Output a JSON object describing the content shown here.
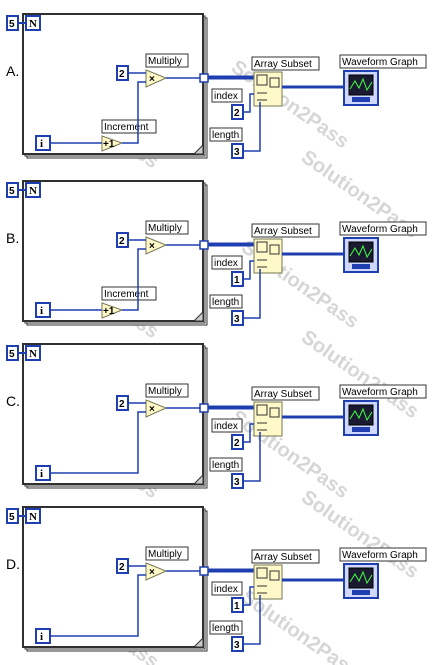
{
  "watermark": "Solution2Pass",
  "options": [
    {
      "letter": "A.",
      "count_constant": "5",
      "count_terminal": "N",
      "iteration_terminal": "i",
      "has_increment": true,
      "increment_label": "Increment",
      "increment_symbol": "+1",
      "multiply_label": "Multiply",
      "multiply_symbol": "×",
      "multiply_constant": "2",
      "array_subset_label": "Array Subset",
      "index_label": "index",
      "index_value": "2",
      "length_label": "length",
      "length_value": "3",
      "graph_label": "Waveform Graph"
    },
    {
      "letter": "B.",
      "count_constant": "5",
      "count_terminal": "N",
      "iteration_terminal": "i",
      "has_increment": true,
      "increment_label": "Increment",
      "increment_symbol": "+1",
      "multiply_label": "Multiply",
      "multiply_symbol": "×",
      "multiply_constant": "2",
      "array_subset_label": "Array Subset",
      "index_label": "index",
      "index_value": "1",
      "length_label": "length",
      "length_value": "3",
      "graph_label": "Waveform Graph"
    },
    {
      "letter": "C.",
      "count_constant": "5",
      "count_terminal": "N",
      "iteration_terminal": "i",
      "has_increment": false,
      "increment_label": "",
      "increment_symbol": "",
      "multiply_label": "Multiply",
      "multiply_symbol": "×",
      "multiply_constant": "2",
      "array_subset_label": "Array Subset",
      "index_label": "index",
      "index_value": "2",
      "length_label": "length",
      "length_value": "3",
      "graph_label": "Waveform Graph"
    },
    {
      "letter": "D.",
      "count_constant": "5",
      "count_terminal": "N",
      "iteration_terminal": "i",
      "has_increment": false,
      "increment_label": "",
      "increment_symbol": "",
      "multiply_label": "Multiply",
      "multiply_symbol": "×",
      "multiply_constant": "2",
      "array_subset_label": "Array Subset",
      "index_label": "index",
      "index_value": "1",
      "length_label": "length",
      "length_value": "3",
      "graph_label": "Waveform Graph"
    }
  ],
  "colors": {
    "wire": "#1f3fb0",
    "constant_border": "#1f3fb0",
    "node_fill": "#fff8c8",
    "node_border": "#777755",
    "loop_border": "#303030"
  }
}
